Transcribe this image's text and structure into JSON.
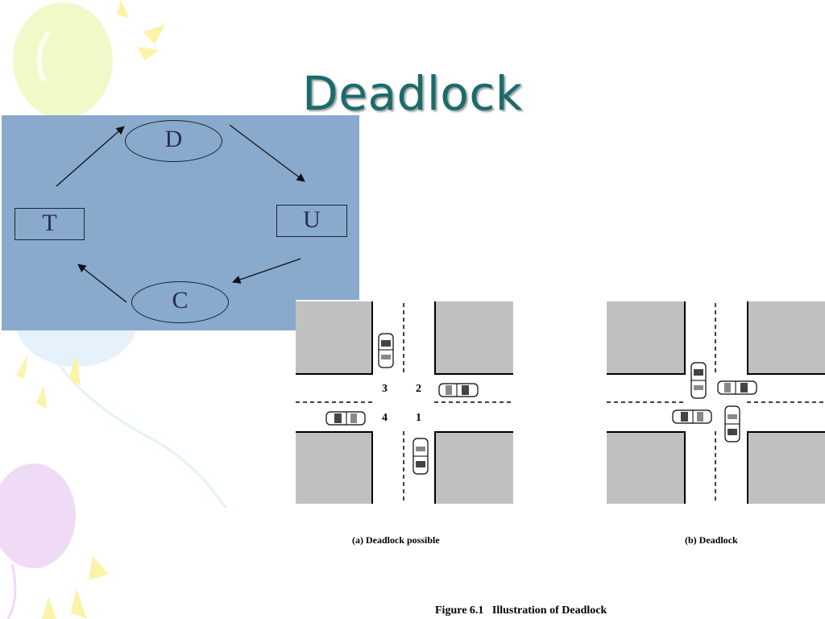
{
  "slide": {
    "title": "Deadlock"
  },
  "cycle": {
    "nodes": [
      {
        "id": "D",
        "label": "D",
        "shape": "oval"
      },
      {
        "id": "U",
        "label": "U",
        "shape": "rect"
      },
      {
        "id": "C",
        "label": "C",
        "shape": "oval"
      },
      {
        "id": "T",
        "label": "T",
        "shape": "rect"
      }
    ],
    "edges": [
      [
        "T",
        "D"
      ],
      [
        "D",
        "U"
      ],
      [
        "U",
        "C"
      ],
      [
        "C",
        "T"
      ]
    ],
    "colors": {
      "panel": "#89aacd",
      "stroke": "#1d2333",
      "text": "#2a2a5a"
    }
  },
  "figure": {
    "panel_a": {
      "caption": "(a) Deadlock possible",
      "lanes": [
        "3",
        "2",
        "4",
        "1"
      ]
    },
    "panel_b": {
      "caption": "(b) Deadlock"
    },
    "title": "Figure 6.1   Illustration of Deadlock"
  },
  "colors": {
    "title": "#1a6b6b",
    "block": "#c0c0c0"
  }
}
